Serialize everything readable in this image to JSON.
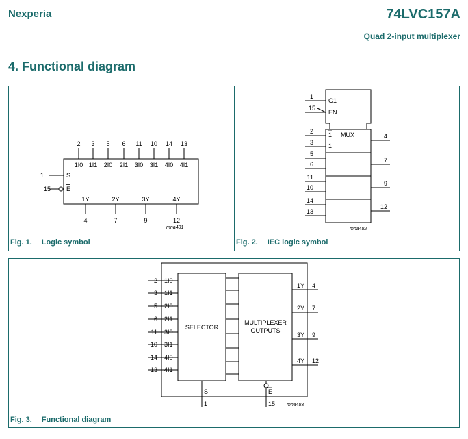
{
  "header": {
    "brand": "Nexperia",
    "part_number": "74LVC157A",
    "subtitle": "Quad 2-input multiplexer"
  },
  "section": {
    "title": "4.  Functional diagram"
  },
  "fig1": {
    "caption_num": "Fig. 1.",
    "caption_title": "Logic symbol",
    "ref": "mna481",
    "top_pins": [
      "2",
      "3",
      "5",
      "6",
      "11",
      "10",
      "14",
      "13"
    ],
    "top_labels": [
      "1I0",
      "1I1",
      "2I0",
      "2I1",
      "3I0",
      "3I1",
      "4I0",
      "4I1"
    ],
    "select_pin": "1",
    "select_label": "S",
    "enable_pin": "15",
    "enable_label": "E",
    "output_labels": [
      "1Y",
      "2Y",
      "3Y",
      "4Y"
    ],
    "output_pins": [
      "4",
      "7",
      "9",
      "12"
    ]
  },
  "fig2": {
    "caption_num": "Fig. 2.",
    "caption_title": "IEC logic symbol",
    "ref": "mna482",
    "ctrl_pins": [
      "1",
      "15"
    ],
    "ctrl_labels": [
      "G1",
      "EN"
    ],
    "mux_label": "MUX",
    "first_labels": [
      "1",
      "1"
    ],
    "input_pins": [
      "2",
      "3",
      "5",
      "6",
      "11",
      "10",
      "14",
      "13"
    ],
    "output_pins": [
      "4",
      "7",
      "9",
      "12"
    ]
  },
  "fig3": {
    "caption_num": "Fig. 3.",
    "caption_title": "Functional diagram",
    "ref": "mna483",
    "input_pins": [
      "2",
      "3",
      "5",
      "6",
      "11",
      "10",
      "14",
      "13"
    ],
    "input_labels": [
      "1I0",
      "1I1",
      "2I0",
      "2I1",
      "3I0",
      "3I1",
      "4I0",
      "4I1"
    ],
    "selector_label": "SELECTOR",
    "mux_label_1": "MULTIPLEXER",
    "mux_label_2": "OUTPUTS",
    "output_labels": [
      "1Y",
      "2Y",
      "3Y",
      "4Y"
    ],
    "output_pins": [
      "4",
      "7",
      "9",
      "12"
    ],
    "select_label": "S",
    "select_pin": "1",
    "enable_label": "E",
    "enable_pin": "15"
  }
}
